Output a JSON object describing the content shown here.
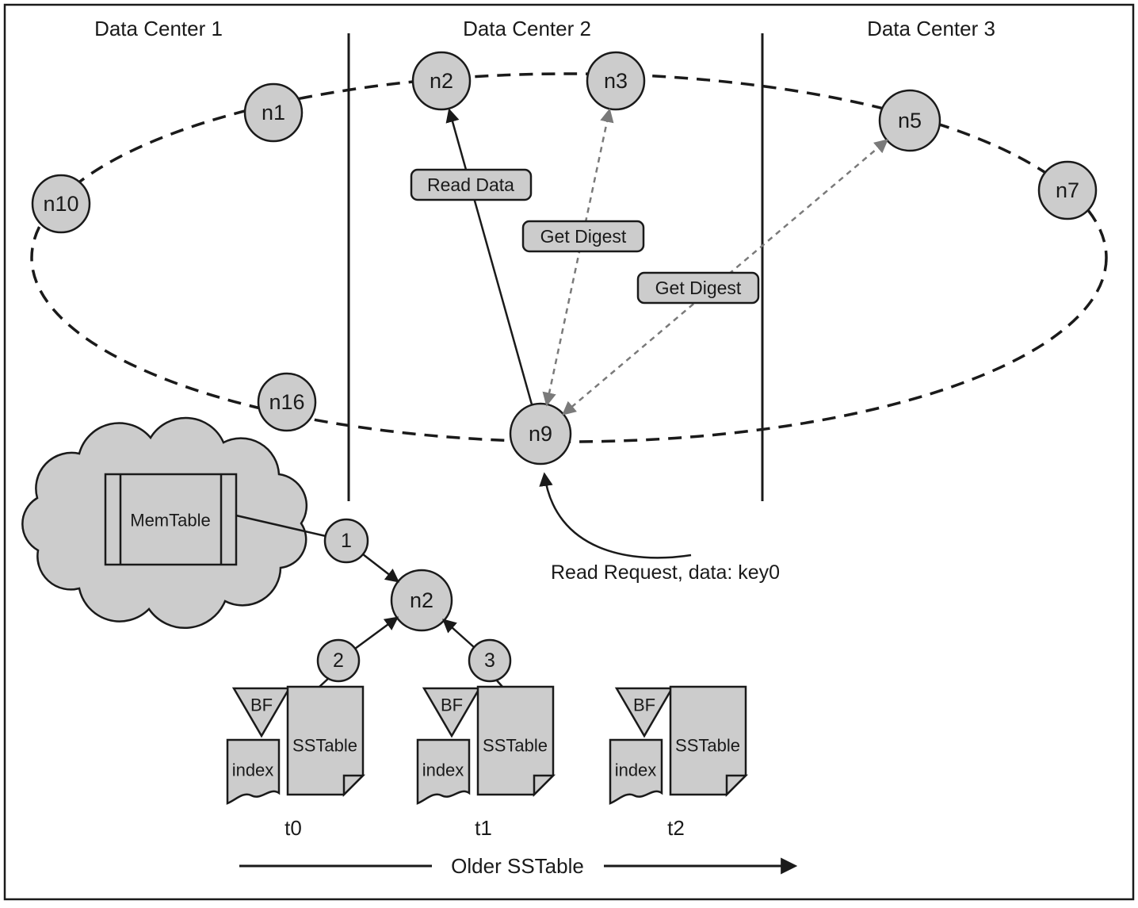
{
  "diagram": {
    "data_centers": [
      {
        "label": "Data Center 1"
      },
      {
        "label": "Data Center 2"
      },
      {
        "label": "Data Center 3"
      }
    ],
    "nodes": {
      "n1": "n1",
      "n2": "n2",
      "n3": "n3",
      "n5": "n5",
      "n7": "n7",
      "n9": "n9",
      "n10": "n10",
      "n16": "n16"
    },
    "messages": {
      "read_data": "Read Data",
      "get_digest_n3": "Get Digest",
      "get_digest_n5": "Get Digest"
    },
    "read_request_label": "Read Request, data: key0",
    "memtable_label": "MemTable",
    "local_node_label": "n2",
    "steps": {
      "step1": "1",
      "step2": "2",
      "step3": "3"
    },
    "sstable_groups": [
      {
        "bf": "BF",
        "sstable": "SSTable",
        "index": "index",
        "time": "t0"
      },
      {
        "bf": "BF",
        "sstable": "SSTable",
        "index": "index",
        "time": "t1"
      },
      {
        "bf": "BF",
        "sstable": "SSTable",
        "index": "index",
        "time": "t2"
      }
    ],
    "timeline_label": "Older SSTable",
    "colors": {
      "node_fill": "#cccccc",
      "stroke": "#1a1a1a",
      "digest": "#7a7a7a",
      "background": "#ffffff"
    }
  }
}
